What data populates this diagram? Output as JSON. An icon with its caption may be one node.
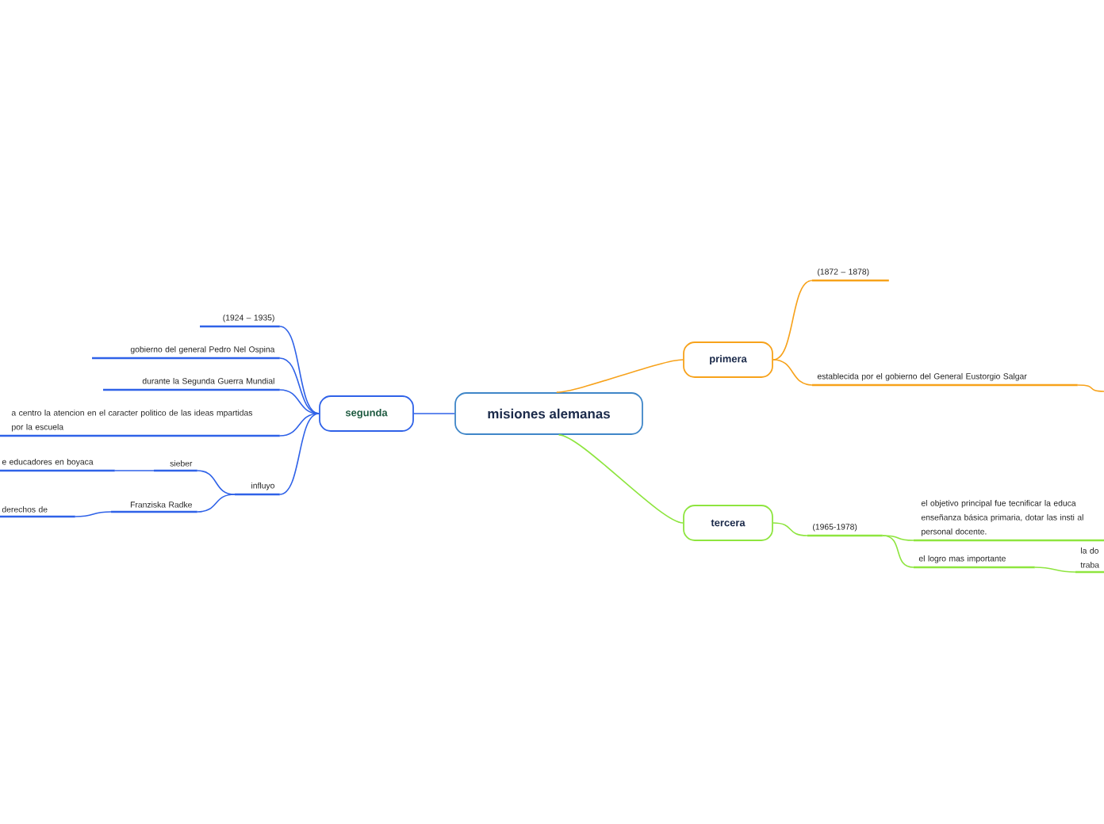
{
  "diagram": {
    "nodes": [
      {
        "text": [
          "misiones alemanas"
        ]
      },
      {
        "text": [
          "primera"
        ]
      },
      {
        "text": [
          "(1872 – 1878)"
        ]
      },
      {
        "text": [
          "establecida por el gobierno del General Eustorgio Salgar"
        ]
      },
      {
        "text": [
          "segunda"
        ]
      },
      {
        "text": [
          "(1924 – 1935)"
        ]
      },
      {
        "text": [
          "gobierno del general Pedro Nel Ospina"
        ]
      },
      {
        "text": [
          "durante la Segunda Guerra Mundial"
        ]
      },
      {
        "text": [
          "a centro la atencion en el caracter politico de las ideas mpartidas por la escuela"
        ]
      },
      {
        "text": [
          "influyo"
        ]
      },
      {
        "text": [
          "sieber"
        ]
      },
      {
        "text": [
          "e educadores en boyaca"
        ]
      },
      {
        "text": [
          "Franziska Radke"
        ]
      },
      {
        "text": [
          "derechos de"
        ]
      },
      {
        "text": [
          "tercera"
        ]
      },
      {
        "text": [
          "(1965-1978)"
        ]
      },
      {
        "text": [
          "el objetivo principal fue tecnificar la educa enseñanza básica primaria, dotar las insti al personal docente."
        ]
      },
      {
        "text": [
          "el logro mas importante"
        ]
      },
      {
        "text": [
          "la do traba"
        ]
      }
    ],
    "edges": [
      {
        "from": 0,
        "to": 1,
        "arrow": "none",
        "color": "#f7a21b"
      },
      {
        "from": 0,
        "to": 4,
        "arrow": "none"
      },
      {
        "from": 0,
        "to": 14,
        "arrow": "none",
        "color": "#8ee53f"
      },
      {
        "from": 1,
        "to": 2,
        "arrow": "none",
        "color": "#f7a21b"
      },
      {
        "from": 1,
        "to": 3,
        "arrow": "none",
        "color": "#f7a21b"
      },
      {
        "from": 3,
        "to": null,
        "arrow": "none",
        "color": "#f7a21b"
      },
      {
        "from": 4,
        "to": 5,
        "arrow": "none"
      },
      {
        "from": 4,
        "to": 6,
        "arrow": "none"
      },
      {
        "from": 4,
        "to": 7,
        "arrow": "none"
      },
      {
        "from": 4,
        "to": 8,
        "arrow": "none"
      },
      {
        "from": 4,
        "to": 9,
        "arrow": "none"
      },
      {
        "from": 9,
        "to": 10,
        "arrow": "none"
      },
      {
        "from": 9,
        "to": 12,
        "arrow": "none"
      },
      {
        "from": 10,
        "to": 11,
        "arrow": "none"
      },
      {
        "from": 12,
        "to": 13,
        "arrow": "none"
      },
      {
        "from": 14,
        "to": 15,
        "arrow": "none",
        "color": "#8ee53f"
      },
      {
        "from": 15,
        "to": 16,
        "arrow": "none",
        "color": "#8ee53f"
      },
      {
        "from": 15,
        "to": 17,
        "arrow": "none",
        "color": "#8ee53f"
      },
      {
        "from": 17,
        "to": 18,
        "arrow": "none",
        "color": "#8ee53f"
      }
    ]
  }
}
